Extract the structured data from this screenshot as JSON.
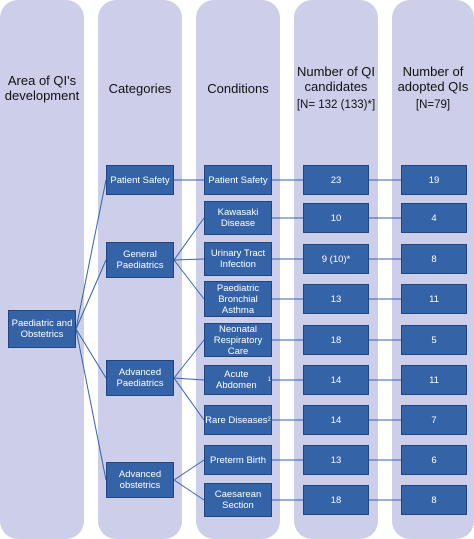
{
  "columns": {
    "area": "Area of QI's\ndevelopment",
    "categories": "Categories",
    "conditions": "Conditions",
    "candidates": "Number of QI\ncandidates",
    "candidates_note": "[N= 132 (133)*]",
    "adopted": "Number of\nadopted QIs",
    "adopted_note": "[N=79]"
  },
  "area": "Paediatric and\nObstetrics",
  "categories": {
    "patient_safety": "Patient Safety",
    "general": "General\nPaediatrics",
    "advanced": "Advanced\nPaediatrics",
    "obstetrics": "Advanced\nobstetrics"
  },
  "rows": [
    {
      "condition": "Patient Safety",
      "sup": "",
      "candidates": "23",
      "adopted": "19"
    },
    {
      "condition": "Kawasaki\nDisease",
      "sup": "",
      "candidates": "10",
      "adopted": "4"
    },
    {
      "condition": "Urinary Tract\nInfection",
      "sup": "",
      "candidates": "9 (10)*",
      "adopted": "8"
    },
    {
      "condition": "Paediatric\nBronchial\nAsthma",
      "sup": "",
      "candidates": "13",
      "adopted": "11"
    },
    {
      "condition": "Neonatal\nRespiratory Care",
      "sup": "",
      "candidates": "18",
      "adopted": "5"
    },
    {
      "condition": "Acute Abdomen",
      "sup": "1",
      "candidates": "14",
      "adopted": "11"
    },
    {
      "condition": "Rare Diseases",
      "sup": "2",
      "candidates": "14",
      "adopted": "7"
    },
    {
      "condition": "Preterm Birth",
      "sup": "",
      "candidates": "13",
      "adopted": "6"
    },
    {
      "condition": "Caesarean\nSection",
      "sup": "",
      "candidates": "18",
      "adopted": "8"
    }
  ]
}
